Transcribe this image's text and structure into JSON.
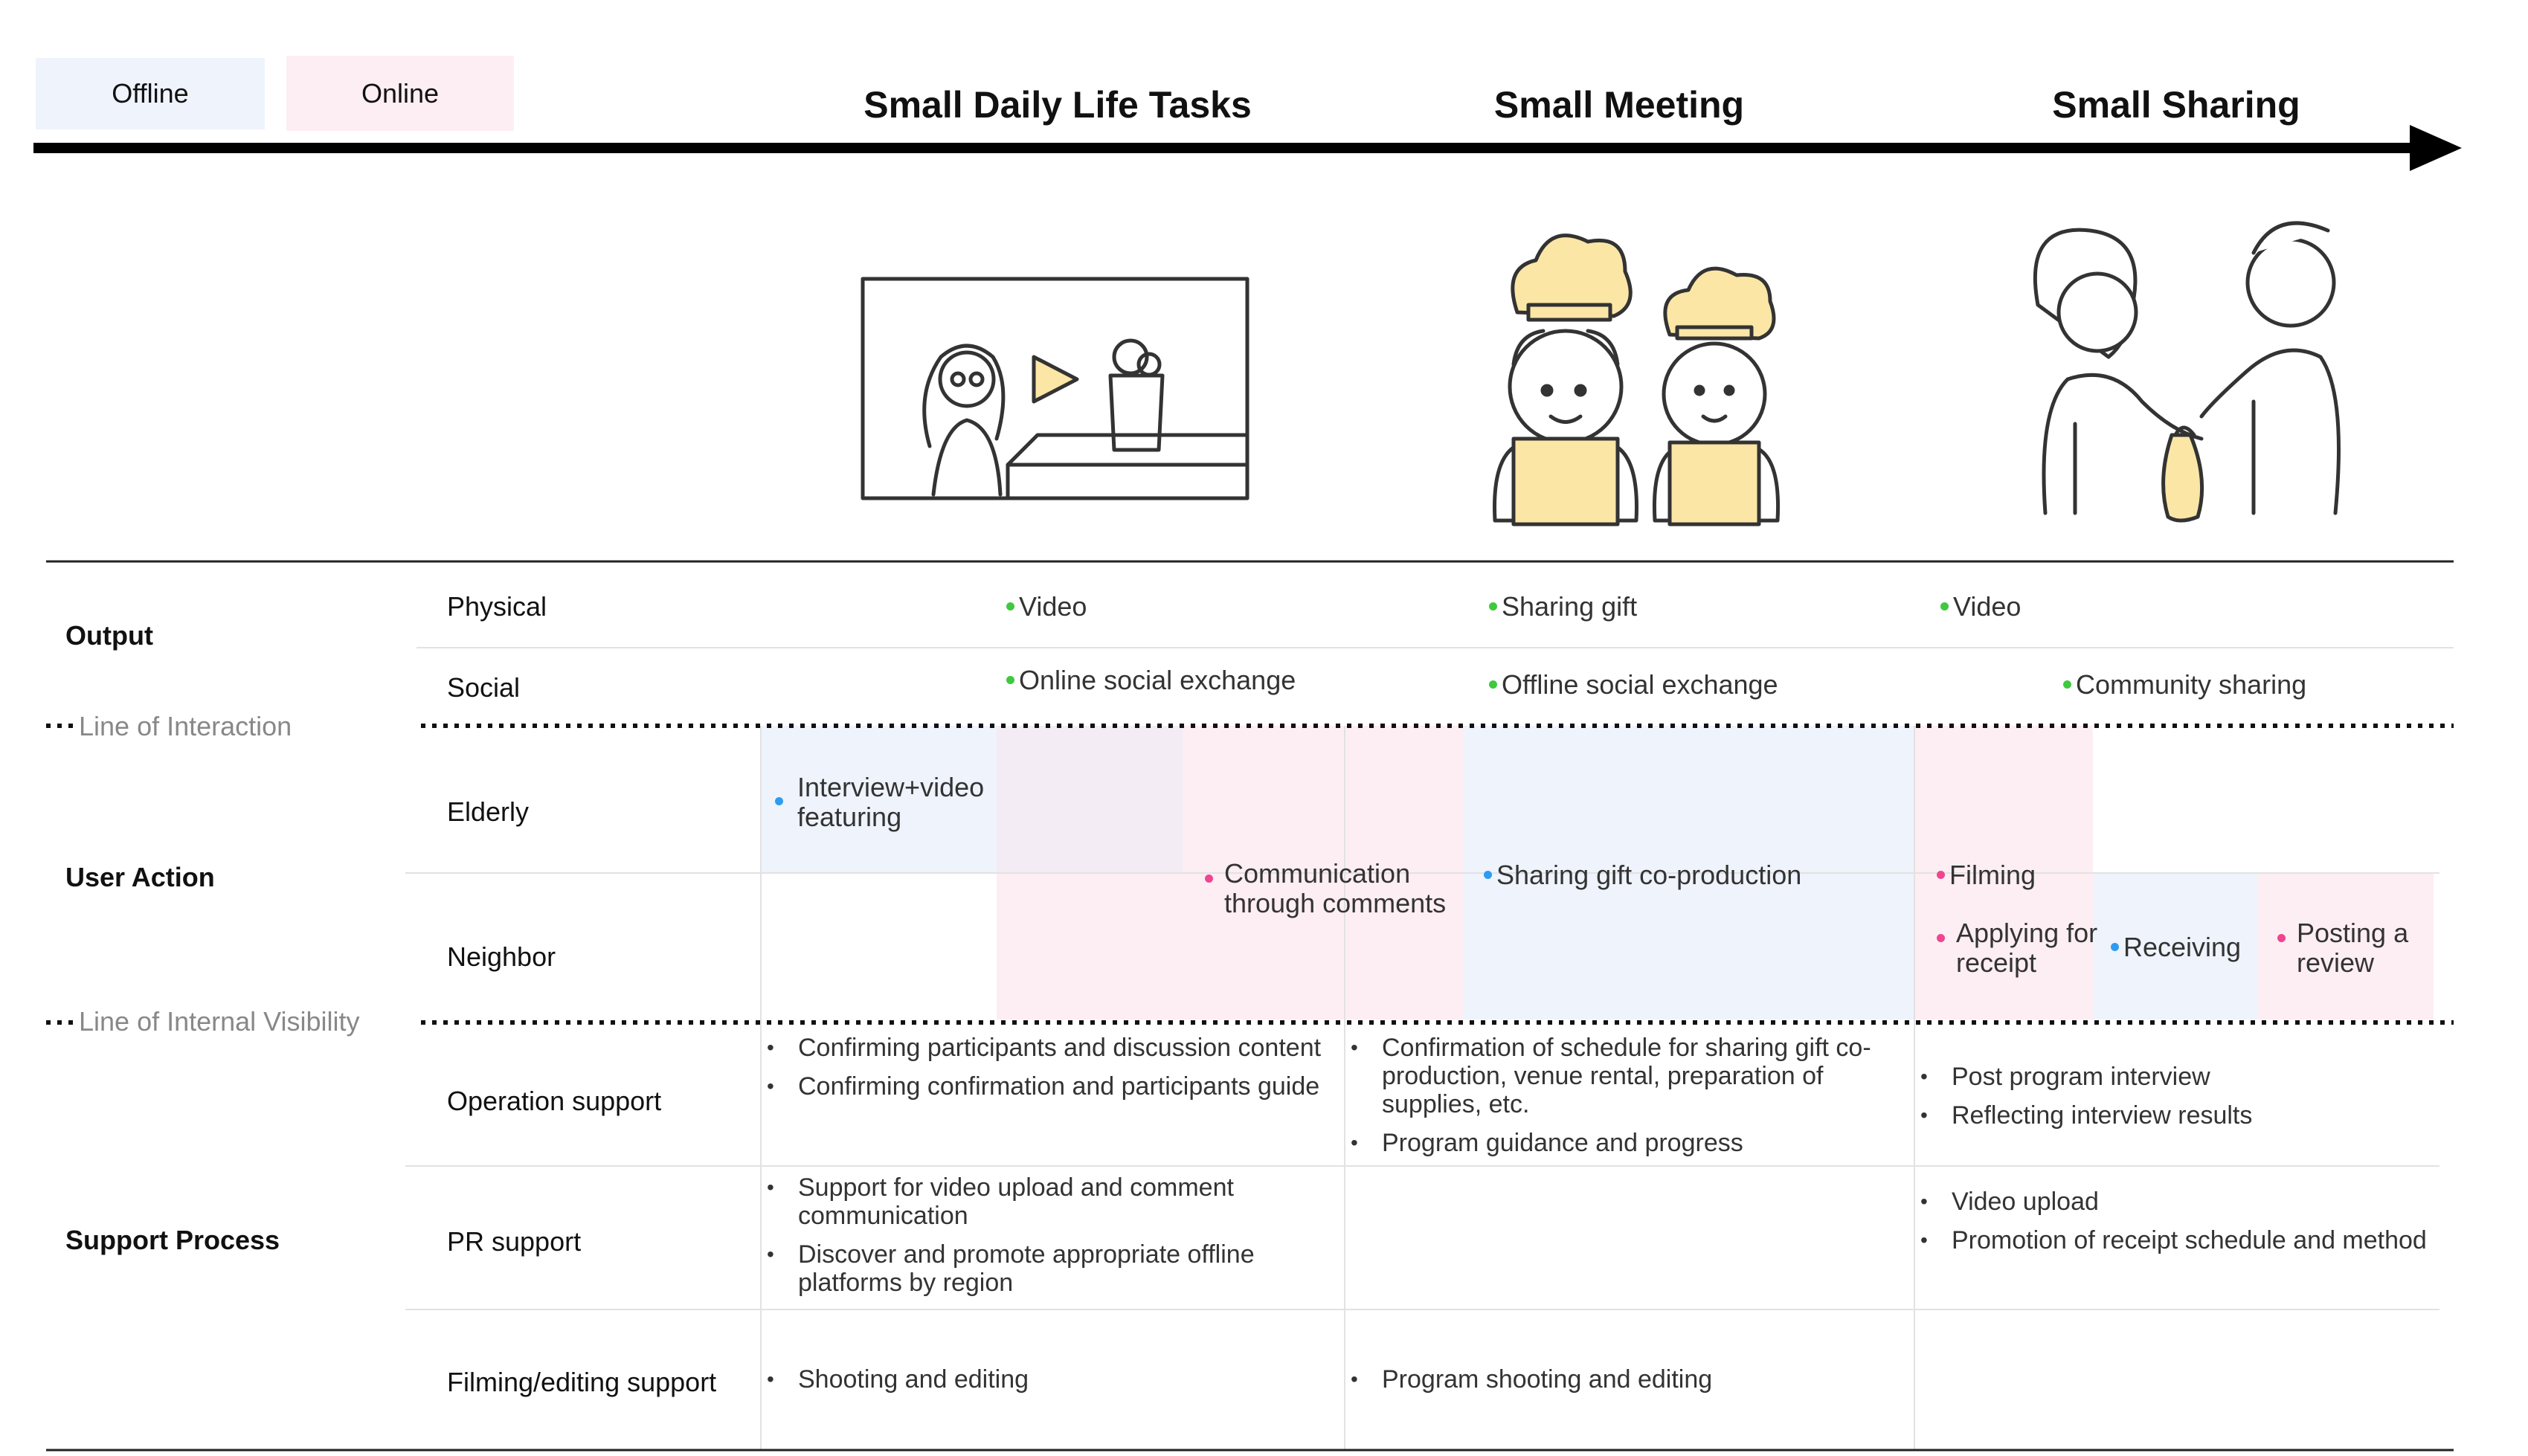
{
  "legend": {
    "offline": "Offline",
    "online": "Online"
  },
  "stages": [
    "Small Daily Life Tasks",
    "Small Meeting",
    "Small Sharing"
  ],
  "sections": {
    "output": "Output",
    "user_action": "User Action",
    "support_process": "Support Process"
  },
  "lines": {
    "interaction": "Line of Interaction",
    "internal_visibility": "Line of Internal Visibility"
  },
  "rows": {
    "physical": "Physical",
    "social": "Social",
    "elderly": "Elderly",
    "neighbor": "Neighbor",
    "operation": "Operation support",
    "pr": "PR support",
    "filming": "Filming/editing support"
  },
  "output": {
    "physical": [
      "Video",
      "Sharing gift",
      "Video"
    ],
    "social": [
      "Online social exchange",
      "Offline social exchange",
      "Community sharing"
    ]
  },
  "user_action": {
    "interview": "Interview+video featuring",
    "communication": "Communication through comments",
    "sharing_gift": "Sharing gift co-production",
    "filming": "Filming",
    "applying": "Applying for receipt",
    "receiving": "Receiving",
    "posting": "Posting a review"
  },
  "support": {
    "operation": [
      [
        "Confirming participants and discussion content",
        "Confirming confirmation and participants guide"
      ],
      [
        "Confirmation of schedule for sharing gift co-production, venue rental, preparation of supplies, etc.",
        "Program guidance and progress"
      ],
      [
        "Post program interview",
        "Reflecting interview results"
      ]
    ],
    "pr": [
      [
        "Support for video upload and comment communication",
        "Discover and promote appropriate offline platforms by region"
      ],
      [],
      [
        "Video upload",
        "Promotion of receipt schedule and method"
      ]
    ],
    "filming": [
      [
        "Shooting and editing"
      ],
      [
        "Program shooting and editing"
      ],
      []
    ]
  },
  "colors": {
    "offline_bg": "#eef3fc",
    "online_bg": "#fdeef3",
    "output_dot": "#3ec93e",
    "offline_dot": "#2d9cf0",
    "online_dot": "#f0458f",
    "chef_yellow": "#fbe6a6"
  }
}
